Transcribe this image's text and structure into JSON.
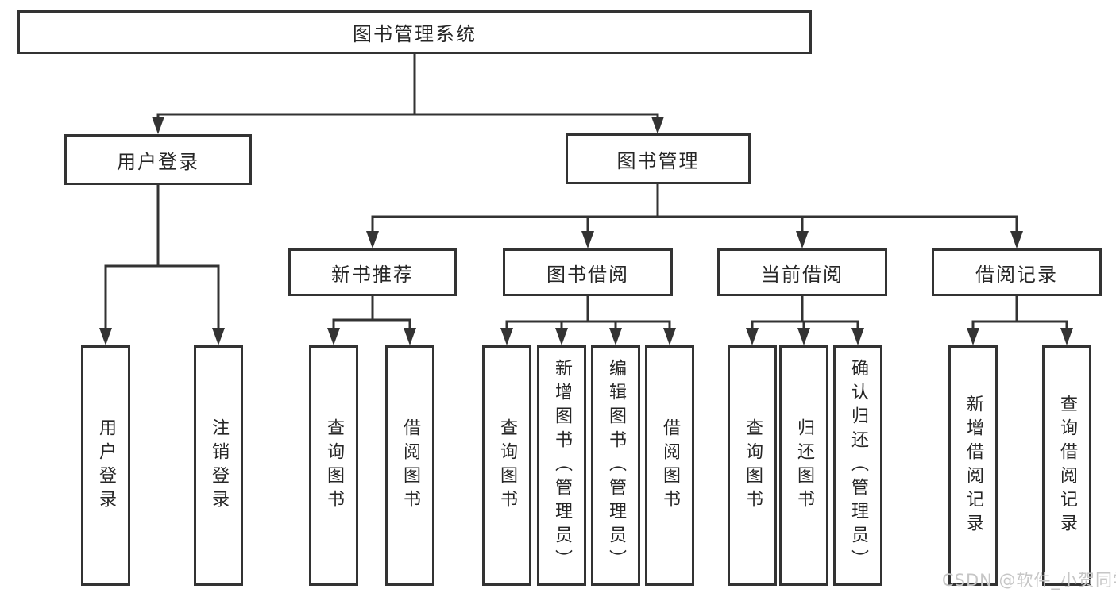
{
  "diagram": {
    "title": "图书管理系统",
    "branches": [
      {
        "label": "用户登录",
        "children": [
          "用户登录",
          "注销登录"
        ]
      },
      {
        "label": "图书管理",
        "children": [
          {
            "label": "新书推荐",
            "children": [
              "查询图书",
              "借阅图书"
            ]
          },
          {
            "label": "图书借阅",
            "children": [
              "查询图书",
              "新增图书（管理员）",
              "编辑图书（管理员）",
              "借阅图书"
            ]
          },
          {
            "label": "当前借阅",
            "children": [
              "查询图书",
              "归还图书",
              "确认归还（管理员）"
            ]
          },
          {
            "label": "借阅记录",
            "children": [
              "新增借阅记录",
              "查询借阅记录"
            ]
          }
        ]
      }
    ]
  },
  "watermark": "CSDN @软件_小贺同学",
  "colors": {
    "line": "#333333",
    "text": "#262626",
    "watermark": "#c6c6c6",
    "background": "#ffffff"
  }
}
